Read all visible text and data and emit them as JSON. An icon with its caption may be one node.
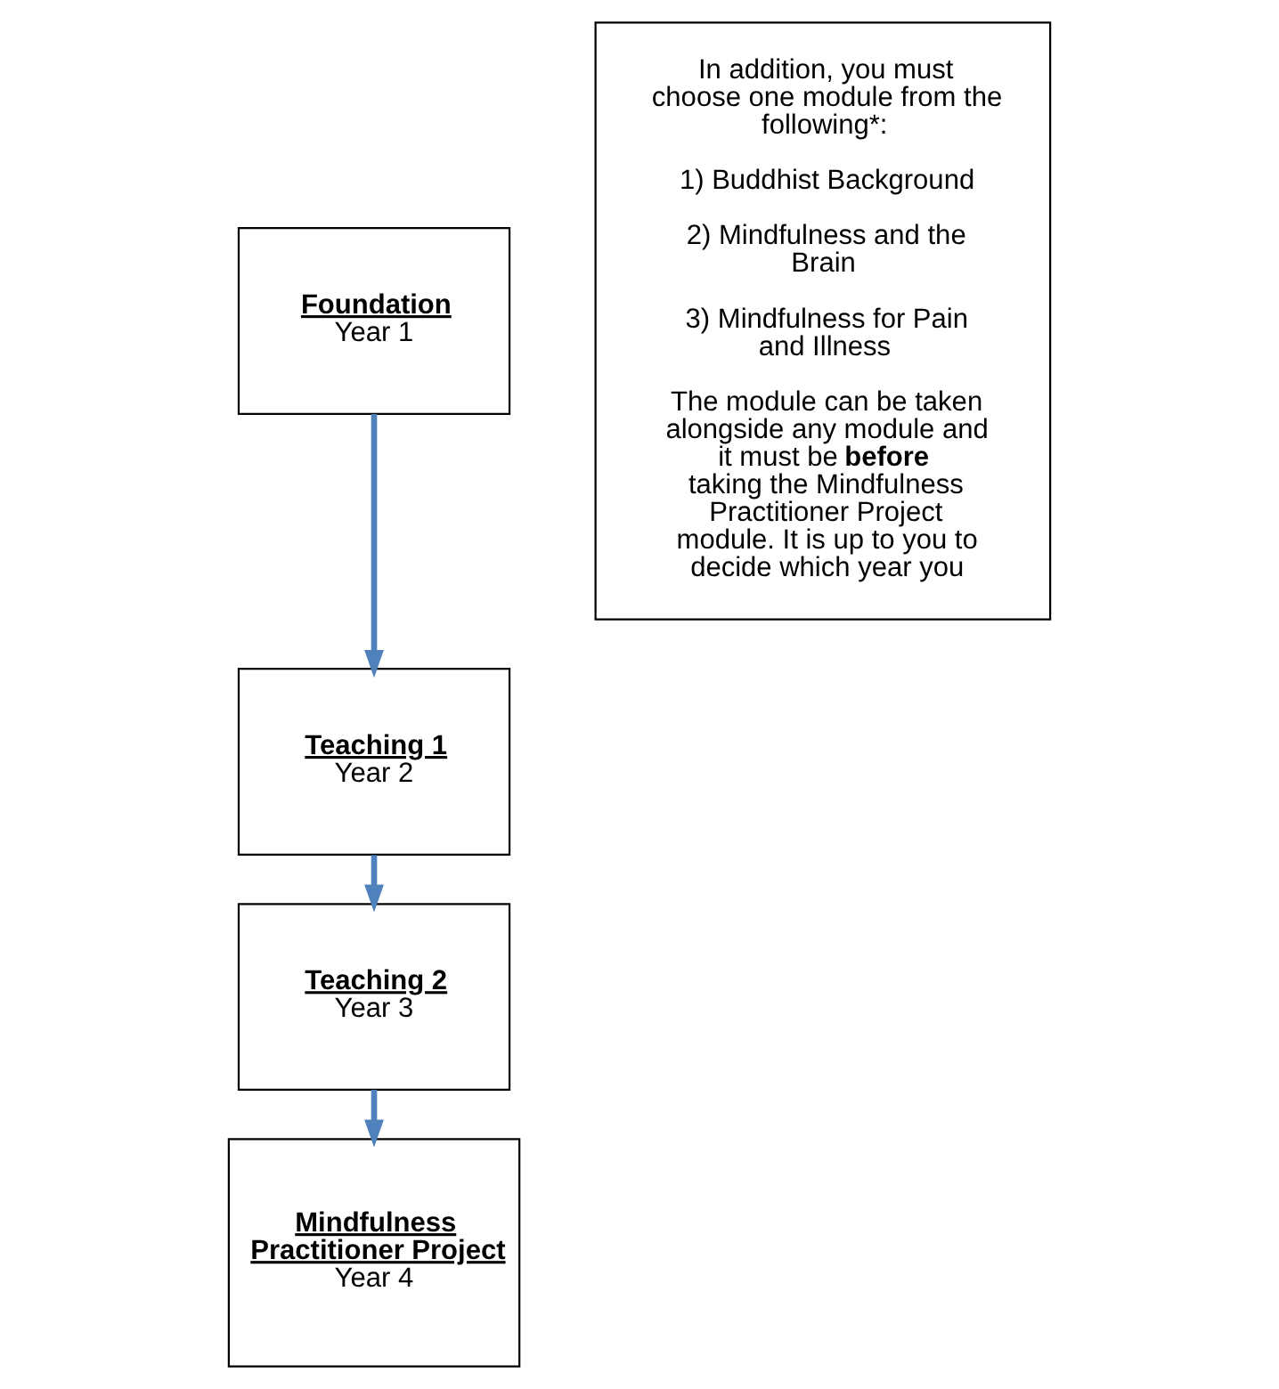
{
  "diagram": {
    "nodes": [
      {
        "text": [
          "Foundation",
          "Year 1"
        ]
      },
      {
        "text": [
          "Teaching 1",
          "Year 2"
        ]
      },
      {
        "text": [
          "Teaching 2",
          "Year 3"
        ]
      },
      {
        "text": [
          "Mindfulness Practitioner Project",
          "Year 4"
        ]
      },
      {
        "text": [
          "In addition, you must choose one module from the following*:",
          "1) Buddhist Background",
          "2) Mindfulness and the Brain",
          "3) Mindfulness for Pain and Illness",
          "The module can be taken alongside any module and it must be **before** taking the Mindfulness Practitioner Project module. It is up to you to decide which year you"
        ]
      }
    ],
    "edges": [
      {
        "from": 0,
        "to": 1,
        "arrow": "to"
      },
      {
        "from": 1,
        "to": 2,
        "arrow": "to"
      },
      {
        "from": 2,
        "to": 3,
        "arrow": "to"
      }
    ]
  }
}
